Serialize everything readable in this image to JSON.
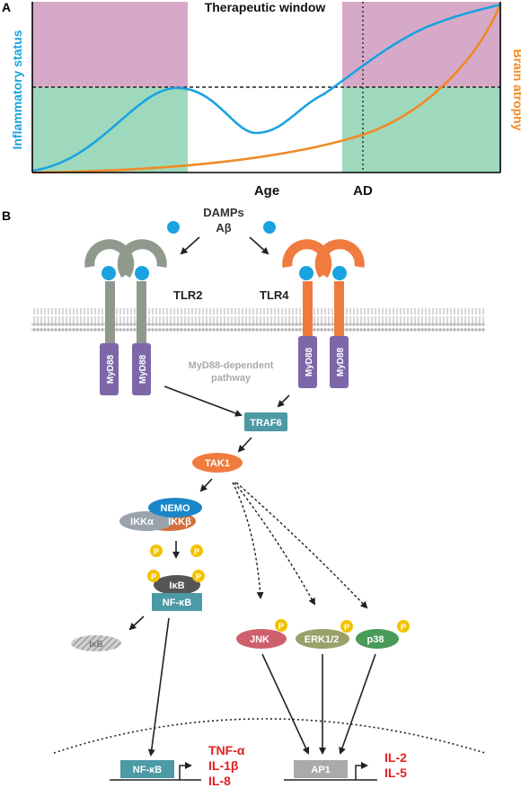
{
  "panel_a": {
    "label": "A",
    "title": "Therapeutic window",
    "y_label_left": "Inflammatory status",
    "y_label_right": "Brain atrophy",
    "x_label": "Age",
    "marker_label": "AD",
    "colors": {
      "inflammation_curve": "#1aa3e0",
      "atrophy_curve": "#f08a24",
      "upper_band": "#d7a9c8",
      "lower_band": "#9fd9bd"
    }
  },
  "panel_b": {
    "label": "B",
    "ligand_1": "DAMPs",
    "ligand_2": "Aβ",
    "receptor_left": "TLR2",
    "receptor_right": "TLR4",
    "adaptor": "MyD88",
    "pathway_line1": "MyD88-dependent",
    "pathway_line2": "pathway",
    "traf6": "TRAF6",
    "tak1": "TAK1",
    "nemo": "NEMO",
    "ikka": "IKKα",
    "ikkb": "IKKβ",
    "phospho": "P",
    "ikb": "IκB",
    "nfkb": "NF-κB",
    "ikb_degraded": "IκB",
    "jnk": "JNK",
    "erk": "ERK1/2",
    "p38": "p38",
    "nfkb_nuclear": "NF-κB",
    "ap1": "AP1",
    "cytokines_nfkb": [
      "TNF-α",
      "IL-1β",
      "IL-8"
    ],
    "cytokines_ap1": [
      "IL-2",
      "IL-5"
    ],
    "colors": {
      "tlr2": "#8f9a8c",
      "tlr4": "#f07b3f",
      "myd88": "#7d67a8",
      "teal_box": "#4c9aa5",
      "tak1": "#f07b3f",
      "nemo": "#1a86c8",
      "ikka": "#9aa3ab",
      "ikkb": "#d5703a",
      "phospho": "#f2c200",
      "ikb": "#555555",
      "jnk": "#cf5f6d",
      "erk": "#9aa06a",
      "p38": "#4a9a5a",
      "ap1": "#aaaaaa",
      "cytokine_text": "#e02020",
      "ligand": "#1aa3e0"
    }
  }
}
